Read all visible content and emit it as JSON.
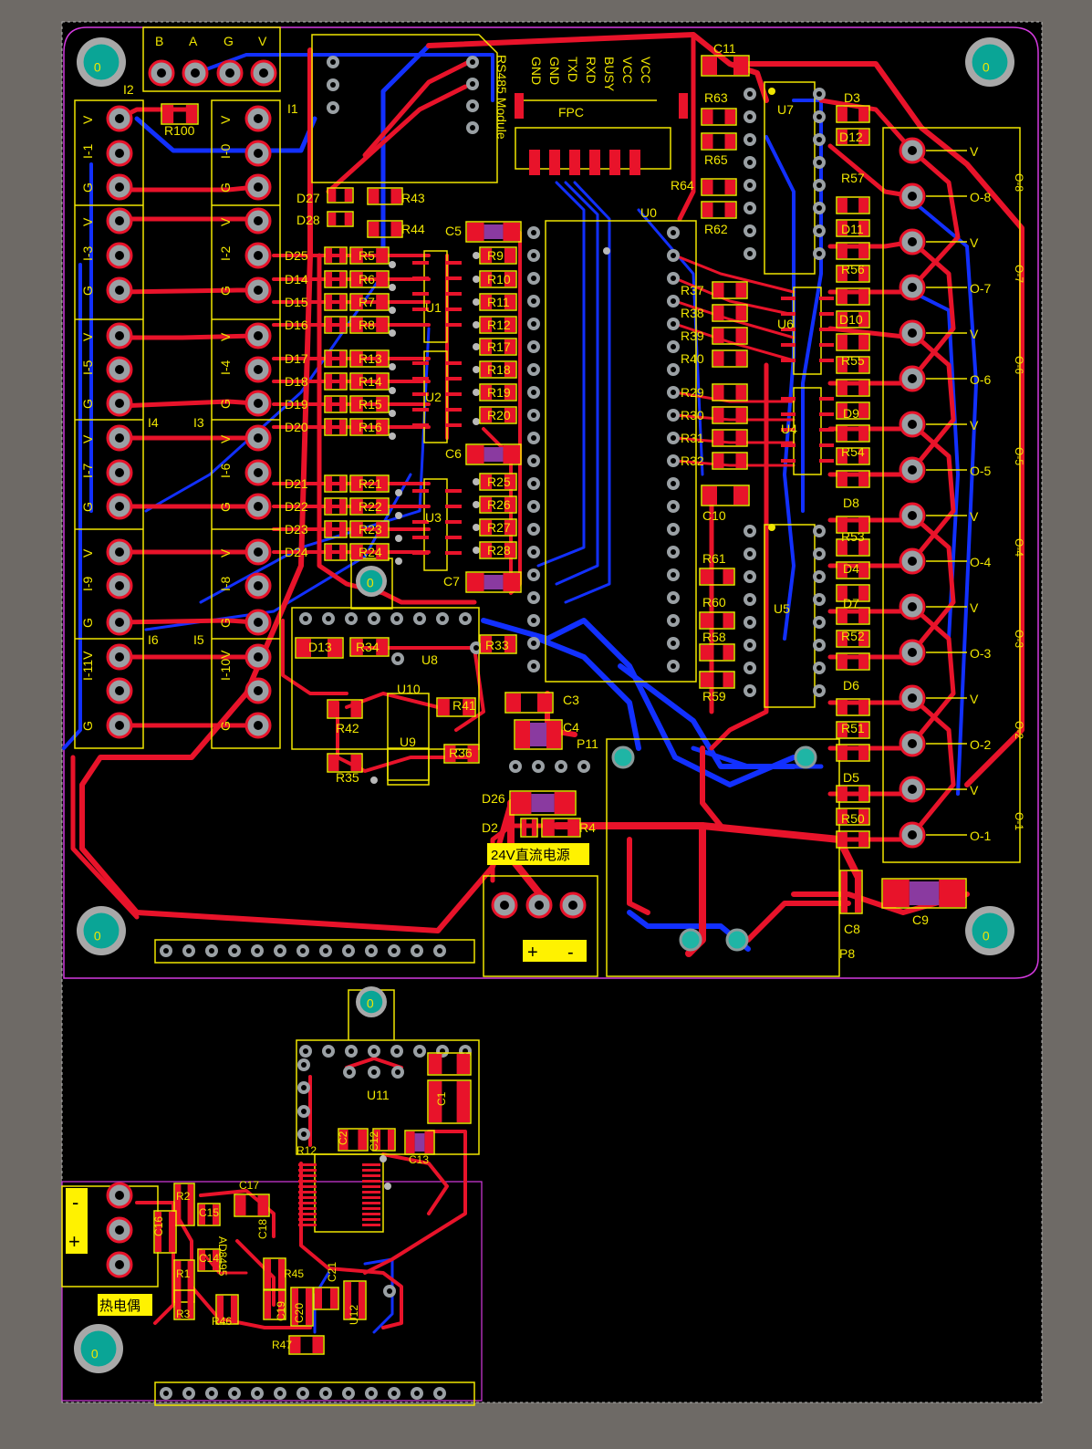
{
  "board": {
    "module_name": "RS485 Module",
    "fpc_label": "FPC",
    "pin_labels_module": [
      "VCC",
      "VCC",
      "BUSY",
      "RXD",
      "TXD",
      "GND",
      "GND"
    ],
    "power_label": "24V直流电源",
    "power_plus": "+",
    "power_minus": "-",
    "thermocouple_label": "热电偶",
    "thermocouple_plus": "+",
    "thermocouple_minus": "-",
    "mount_hole_label": "0",
    "header_top": [
      "B",
      "A",
      "G",
      "V"
    ],
    "connectors": [
      "I1",
      "I2",
      "I3",
      "I4",
      "I5",
      "I6",
      "P8",
      "P11"
    ],
    "inputs_left": [
      "V",
      "I-1",
      "G",
      "V",
      "I-3",
      "G",
      "V",
      "I-5",
      "G",
      "V",
      "I-7",
      "G",
      "V",
      "I-9",
      "G",
      "I-11V",
      "G"
    ],
    "inputs_right": [
      "V",
      "I-0",
      "G",
      "V",
      "I-2",
      "G",
      "V",
      "I-4",
      "G",
      "V",
      "I-6",
      "G",
      "V",
      "I-8",
      "G",
      "I-10V",
      "G"
    ],
    "outputs": [
      "V",
      "O-8",
      "V",
      "O-7",
      "V",
      "O-6",
      "V",
      "O-5",
      "V",
      "O-4",
      "V",
      "O-3",
      "V",
      "O-2",
      "V",
      "O-1"
    ],
    "output_groups": [
      "O-8",
      "O-7",
      "O-6",
      "O-5",
      "O-4",
      "O-3",
      "O-2",
      "O-1"
    ],
    "ics": [
      "U0",
      "U1",
      "U2",
      "U3",
      "U4",
      "U5",
      "U6",
      "U7",
      "U8",
      "U9",
      "U10",
      "U11",
      "U12",
      "AD8495"
    ],
    "resistors_left": [
      "R5",
      "R6",
      "R7",
      "R8",
      "R13",
      "R14",
      "R15",
      "R16",
      "R21",
      "R22",
      "R23",
      "R24"
    ],
    "resistors_mid": [
      "R9",
      "R10",
      "R11",
      "R12",
      "R17",
      "R18",
      "R19",
      "R20",
      "R25",
      "R26",
      "R27",
      "R28"
    ],
    "resistors_right": [
      "R37",
      "R38",
      "R39",
      "R40",
      "R29",
      "R30",
      "R31",
      "R32"
    ],
    "resistors_top": [
      "R63",
      "R65",
      "R64",
      "R62"
    ],
    "resistors_u5": [
      "R61",
      "R60",
      "R58",
      "R59"
    ],
    "resistors_out": [
      "R57",
      "R56",
      "R55",
      "R54",
      "R53",
      "R52",
      "R51",
      "R50"
    ],
    "diodes_left": [
      "D25",
      "D14",
      "D15",
      "D16",
      "D17",
      "D18",
      "D19",
      "D20",
      "D21",
      "D22",
      "D23",
      "D24"
    ],
    "diodes_out": [
      "D3",
      "D12",
      "D11",
      "D10",
      "D9",
      "D8",
      "D4",
      "D7",
      "D6",
      "D5"
    ],
    "misc_parts": [
      "D27",
      "D28",
      "R43",
      "R44",
      "R100",
      "R34",
      "D13",
      "R33",
      "R41",
      "R42",
      "R35",
      "R36",
      "C3",
      "C4",
      "C5",
      "C6",
      "C7",
      "C8",
      "C9",
      "C10",
      "C11",
      "D26",
      "D2",
      "R4"
    ],
    "bottom_parts": [
      "R2",
      "R1",
      "R3",
      "R12",
      "R45",
      "R46",
      "R47",
      "C1",
      "C2",
      "C12",
      "C13",
      "C14",
      "C15",
      "C16",
      "C17",
      "C18",
      "C19",
      "C20",
      "C21"
    ]
  }
}
